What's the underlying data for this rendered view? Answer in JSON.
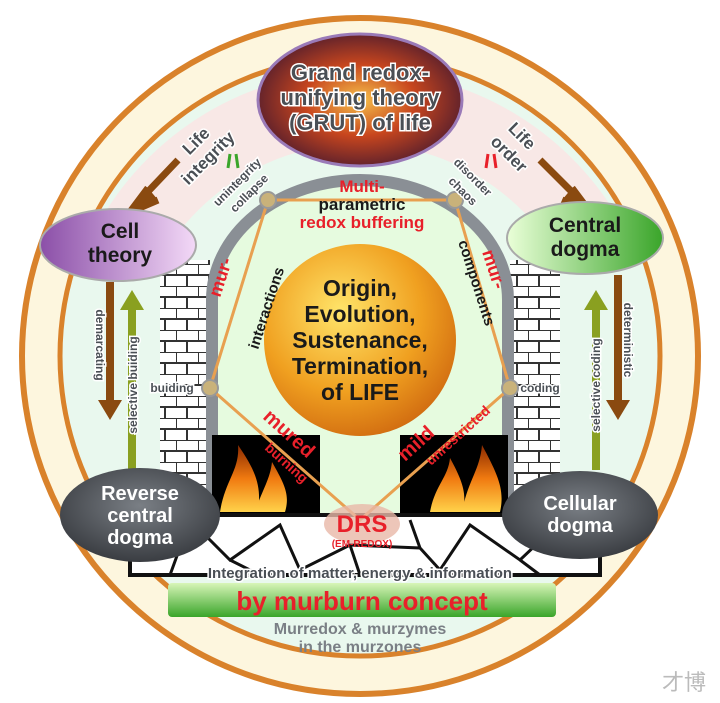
{
  "grut": {
    "line1": "Grand redox-",
    "line2": "unifying theory",
    "line3": "(GRUT) of life"
  },
  "life_integrity": {
    "line1": "Life",
    "line2": "integrity"
  },
  "unintegrity": {
    "line1": "unintegrity",
    "line2": "collapse"
  },
  "life_order": {
    "line1": "Life",
    "line2": "order"
  },
  "disorder": {
    "line1": "disorder",
    "line2": "chaos"
  },
  "buffering": {
    "line1": "Multi-",
    "line2": "parametric",
    "line3": "redox buffering"
  },
  "cell_theory": {
    "line1": "Cell",
    "line2": "theory"
  },
  "central_dogma": {
    "line1": "Central",
    "line2": "dogma"
  },
  "left_side": {
    "demarcating": "demarcating",
    "selective": "selective buiding",
    "buiding": "buiding"
  },
  "right_side": {
    "deterministic": "deterministic",
    "selective": "selective coding",
    "coding": "coding"
  },
  "mur_interactions": {
    "prefix": "mur-",
    "word": "interactions"
  },
  "mur_components": {
    "prefix": "mur-",
    "word": "components"
  },
  "center": {
    "line1": "Origin,",
    "line2": "Evolution,",
    "line3": "Sustenance,",
    "line4": "Termination,",
    "line5": "of LIFE"
  },
  "mured": {
    "word": "mured",
    "sub": "burning"
  },
  "mild": {
    "word": "mild",
    "sub": "unrestricted"
  },
  "reverse_central_dogma": {
    "line1": "Reverse",
    "line2": "central",
    "line3": "dogma"
  },
  "cellular_dogma": {
    "line1": "Cellular",
    "line2": "dogma"
  },
  "drs": {
    "title": "DRS",
    "sub": "(EM-REDOX)"
  },
  "integration": "Integration of matter, energy & information",
  "murburn": "by murburn concept",
  "murredox": {
    "line1": "Murredox & murzymes",
    "line2": "in the murzones"
  },
  "watermark": "才博",
  "colors": {
    "orange": "#d9822b",
    "red": "#e8202a",
    "green": "#3aa52a",
    "purple": "#8b4fa8",
    "gray": "#4a4f55"
  }
}
